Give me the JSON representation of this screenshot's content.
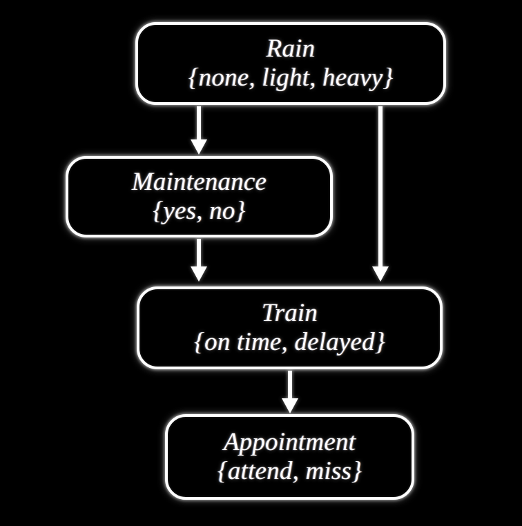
{
  "diagram": {
    "background_color": "#000000",
    "node_border_color": "#ffffff",
    "node_fill_color": "#000000",
    "text_color": "#ffffff",
    "edge_color": "#ffffff",
    "nodes": [
      {
        "id": "rain",
        "title": "Rain",
        "states": "{none, light, heavy}",
        "state_values": [
          "none",
          "light",
          "heavy"
        ]
      },
      {
        "id": "maintenance",
        "title": "Maintenance",
        "states": "{yes, no}",
        "state_values": [
          "yes",
          "no"
        ]
      },
      {
        "id": "train",
        "title": "Train",
        "states": "{on time, delayed}",
        "state_values": [
          "on time",
          "delayed"
        ]
      },
      {
        "id": "appointment",
        "title": "Appointment",
        "states": "{attend, miss}",
        "state_values": [
          "attend",
          "miss"
        ]
      }
    ],
    "edges": [
      {
        "id": "rain-maintenance",
        "from": "Rain",
        "to": "Maintenance"
      },
      {
        "id": "rain-train",
        "from": "Rain",
        "to": "Train"
      },
      {
        "id": "maintenance-train",
        "from": "Maintenance",
        "to": "Train"
      },
      {
        "id": "train-appointment",
        "from": "Train",
        "to": "Appointment"
      }
    ]
  }
}
